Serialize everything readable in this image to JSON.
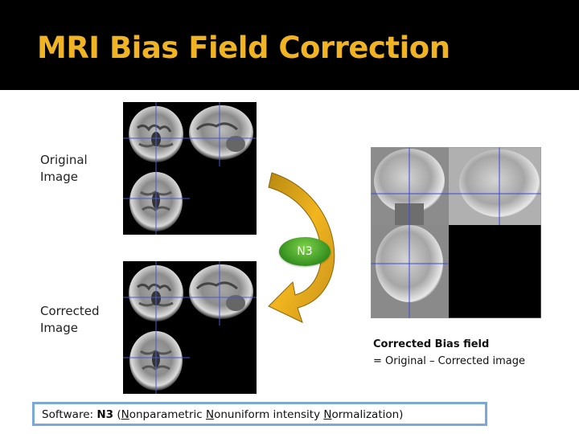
{
  "title": "MRI Bias Field Correction",
  "original_label": [
    "Original",
    "Image"
  ],
  "corrected_label": [
    "Corrected",
    "Image"
  ],
  "n3_badge": "N3",
  "caption": {
    "line1": "Corrected Bias field",
    "line2": "= Original – Corrected image"
  },
  "software": {
    "prefix": "Software: ",
    "name": "N3",
    "open": " (",
    "n1": "N",
    "w1": "onparametric ",
    "n2": "N",
    "w2": "onuniform intensity ",
    "n3": "N",
    "w3": "ormalization)"
  },
  "colors": {
    "title": "#f0b323",
    "arrow": "#e0a21a",
    "badge": "#3c9a22",
    "software_border": "#7aa9d8"
  }
}
